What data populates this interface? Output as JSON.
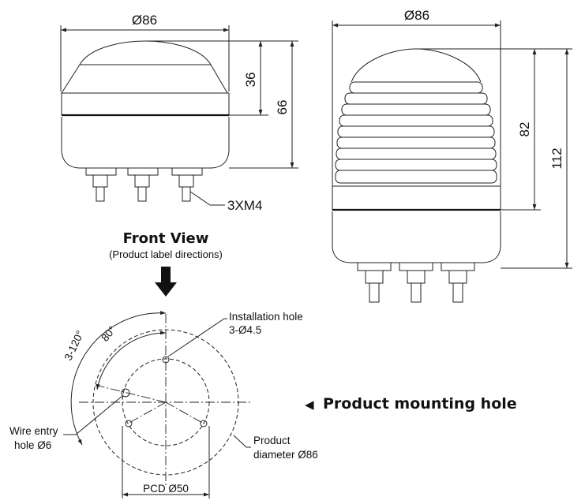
{
  "left_view": {
    "width_label": "Ø86",
    "dome_height_label": "36",
    "total_height_label": "66",
    "terminal_label": "3XM4"
  },
  "right_view": {
    "width_label": "Ø86",
    "body_height_label": "82",
    "total_height_label": "112"
  },
  "front_view": {
    "title": "Front View",
    "subtitle": "(Product label directions)"
  },
  "mounting": {
    "label": "Product mounting hole",
    "arrow_glyph": "◀",
    "angle_outer": "3-120°",
    "angle_inner": "80°",
    "install_hole_line1": "Installation hole",
    "install_hole_line2": "3-Ø4.5",
    "wire_entry_line1": "Wire entry",
    "wire_entry_line2": "hole Ø6",
    "product_diam_line1": "Product",
    "product_diam_line2": "diameter Ø86",
    "pcd_label": "PCD Ø50"
  }
}
